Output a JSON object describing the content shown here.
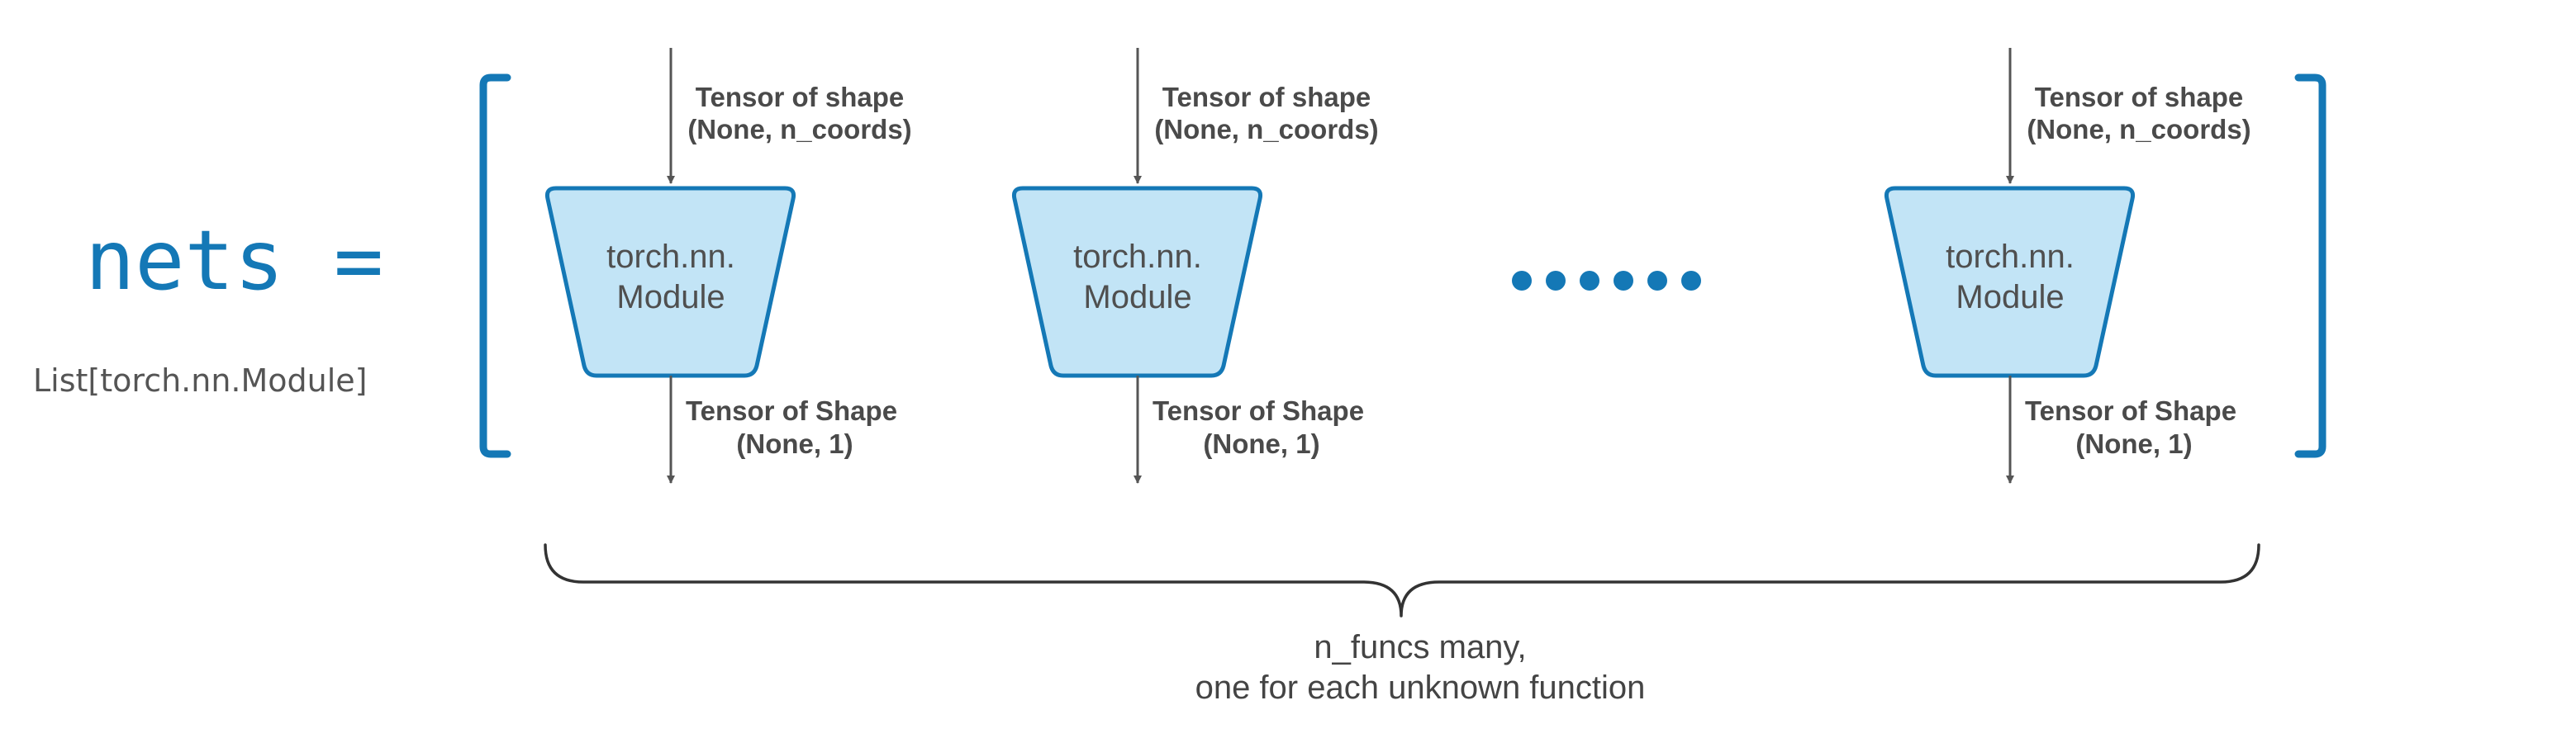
{
  "expression": {
    "lhs": "nets =",
    "type_hint": "List[torch.nn.Module]"
  },
  "modules": [
    {
      "input_label_1": "Tensor of shape",
      "input_label_2": "(None, n_coords)",
      "label_1": "torch.nn.",
      "label_2": "Module",
      "output_label_1": "Tensor of Shape",
      "output_label_2": "(None, 1)"
    },
    {
      "input_label_1": "Tensor of shape",
      "input_label_2": "(None, n_coords)",
      "label_1": "torch.nn.",
      "label_2": "Module",
      "output_label_1": "Tensor of Shape",
      "output_label_2": "(None, 1)"
    },
    {
      "input_label_1": "Tensor of shape",
      "input_label_2": "(None, n_coords)",
      "label_1": "torch.nn.",
      "label_2": "Module",
      "output_label_1": "Tensor of Shape",
      "output_label_2": "(None, 1)"
    }
  ],
  "ellipsis_dot_count": 6,
  "caption": {
    "line1": "n_funcs many,",
    "line2": "one for each unknown function"
  },
  "colors": {
    "accent": "#1478b6",
    "module_fill": "#c2e4f6",
    "module_stroke": "#1478b6",
    "arrow": "#555555",
    "brace": "#333333"
  }
}
